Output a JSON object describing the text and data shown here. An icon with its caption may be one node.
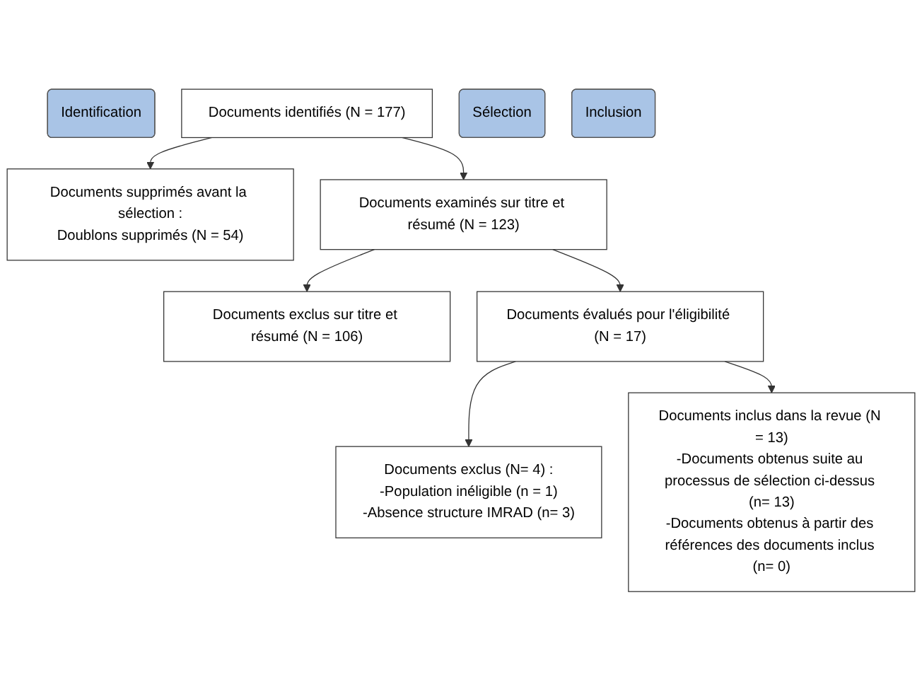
{
  "diagram": {
    "nodes": [
      {
        "text": [
          "Identification"
        ]
      },
      {
        "text": [
          "Documents identifiés (N = 177)"
        ]
      },
      {
        "text": [
          "Documents supprimés avant la sélection :",
          "Doublons supprimés (N = 54)"
        ]
      },
      {
        "text": [
          "Sélection"
        ]
      },
      {
        "text": [
          "Documents examinés sur titre et résumé (N = 123)"
        ]
      },
      {
        "text": [
          "Documents exclus sur titre et résumé (N = 106)"
        ]
      },
      {
        "text": [
          "Documents évalués pour l'éligibilité (N = 17)"
        ]
      },
      {
        "text": [
          "Documents exclus (N= 4) :",
          "-Population inéligible (n = 1)",
          "-Absence structure IMRAD (n= 3)"
        ]
      },
      {
        "text": [
          "Inclusion"
        ]
      },
      {
        "text": [
          "Documents inclus dans la revue (N = 13)",
          "-Documents obtenus suite au processus de sélection ci-dessus (n= 13)",
          "-Documents obtenus à partir des références des documents inclus (n= 0)"
        ]
      }
    ],
    "edges": [
      {
        "from": 1,
        "to": 2,
        "arrow": "to"
      },
      {
        "from": 1,
        "to": 4,
        "arrow": "to"
      },
      {
        "from": 4,
        "to": 5,
        "arrow": "to"
      },
      {
        "from": 4,
        "to": 6,
        "arrow": "to"
      },
      {
        "from": 6,
        "to": 7,
        "arrow": "to"
      },
      {
        "from": 6,
        "to": 9,
        "arrow": "to"
      }
    ]
  }
}
